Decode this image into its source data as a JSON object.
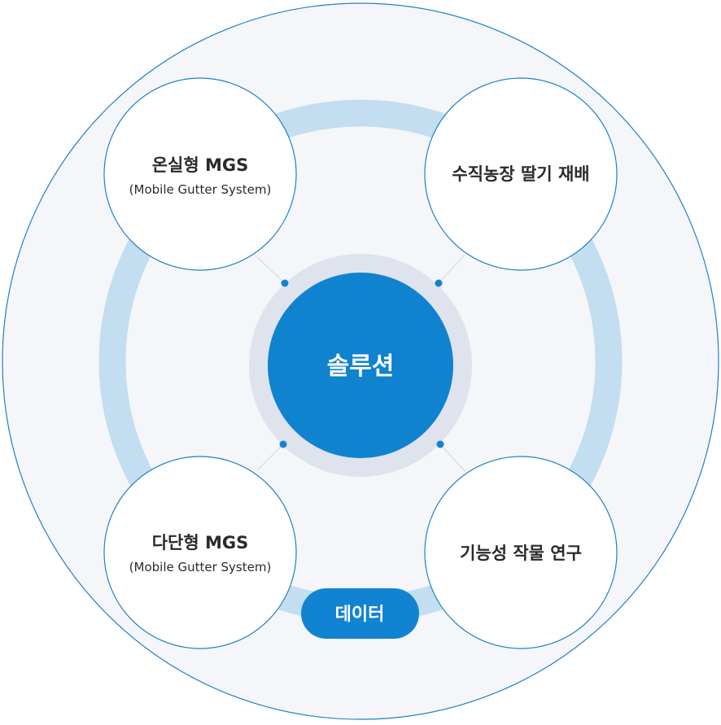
{
  "center": {
    "label": "솔루션"
  },
  "nodes": {
    "top_left": {
      "title": "온실형 MGS",
      "subtitle": "(Mobile Gutter System)"
    },
    "top_right": {
      "title": "수직농장 딸기 재배"
    },
    "bottom_left": {
      "title": "다단형 MGS",
      "subtitle": "(Mobile Gutter System)"
    },
    "bottom_right": {
      "title": "기능성 작물 연구"
    }
  },
  "data_badge": {
    "label": "데이터"
  },
  "colors": {
    "outer_fill": "#f5f6f9",
    "outer_stroke": "#1b82c8",
    "ring": "#c2def0",
    "center_fill": "#0f82d0",
    "center_halo": "#dfe3ee",
    "badge_fill": "#1283d3",
    "connector": "#dcdfe4",
    "dot": "#1283d3"
  }
}
